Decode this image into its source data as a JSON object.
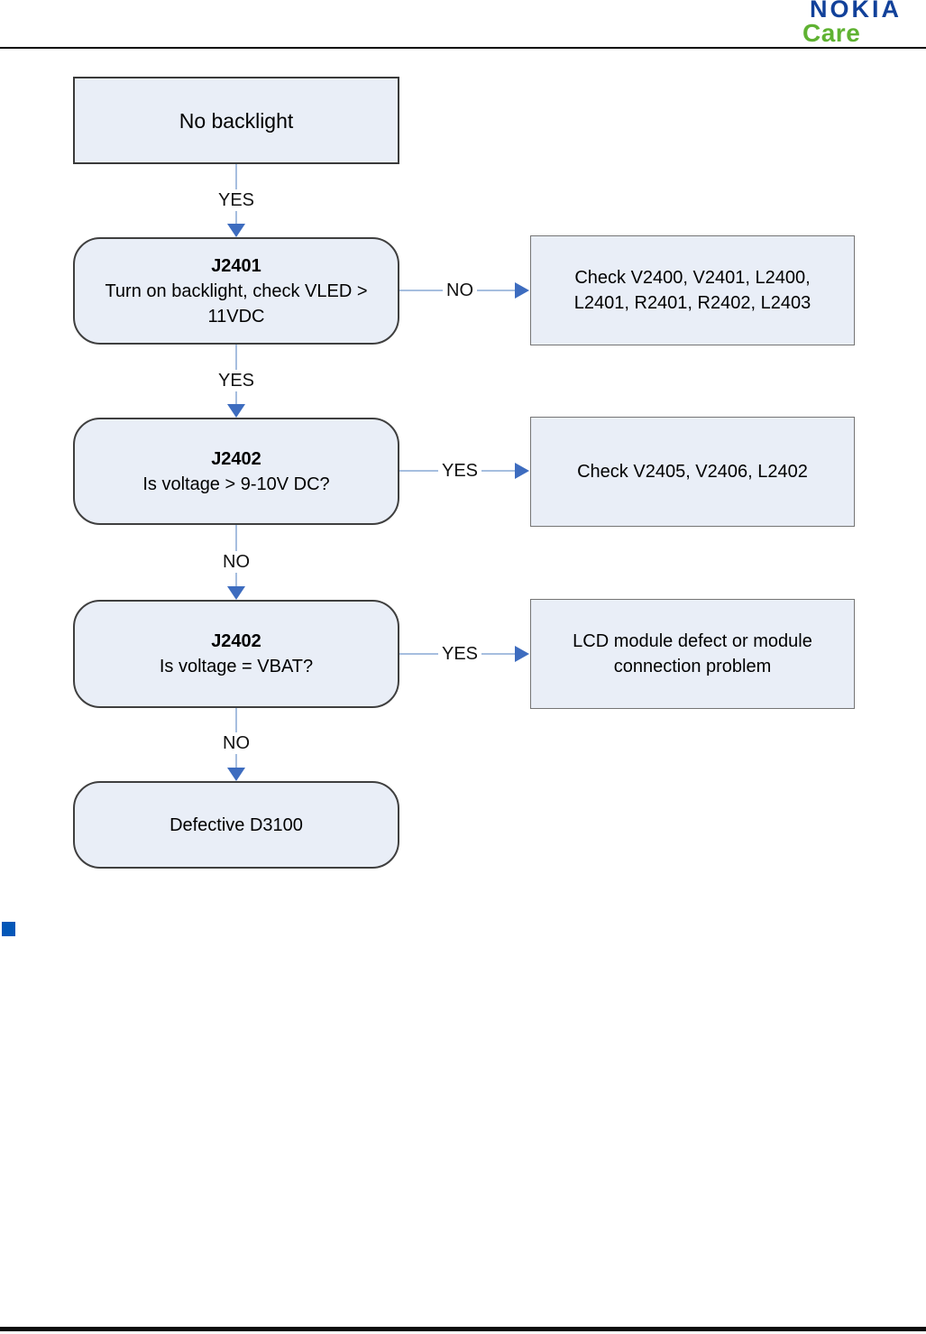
{
  "logo": {
    "brand": "NOKIA",
    "product": "Care"
  },
  "colors": {
    "nokia_blue": "#12419a",
    "care_green": "#5fb232",
    "node_fill": "#e9eef7",
    "arrow_line_blue": "#a6bedf",
    "arrow_head_blue": "#3d6cbf",
    "bullet_blue": "#0357b8"
  },
  "flow": {
    "nodes": {
      "start": {
        "label": "No backlight"
      },
      "j2401": {
        "title": "J2401",
        "lines": [
          "Turn on backlight, check VLED >",
          "11VDC"
        ]
      },
      "check1": {
        "lines": [
          "Check V2400, V2401, L2400,",
          "L2401, R2401, R2402, L2403"
        ]
      },
      "j2402a": {
        "title": "J2402",
        "text": "Is voltage > 9-10V DC?"
      },
      "check2": {
        "text": "Check V2405, V2406, L2402"
      },
      "j2402b": {
        "title": "J2402",
        "text": "Is voltage = VBAT?"
      },
      "lcd": {
        "lines": [
          "LCD module defect or module",
          "connection problem"
        ]
      },
      "end": {
        "label": "Defective D3100"
      }
    },
    "edges": {
      "start_to_j2401": "YES",
      "j2401_to_check1": "NO",
      "j2401_to_j2402a": "YES",
      "j2402a_to_check2": "YES",
      "j2402a_to_j2402b": "NO",
      "j2402b_to_lcd": "YES",
      "j2402b_to_end": "NO"
    }
  }
}
